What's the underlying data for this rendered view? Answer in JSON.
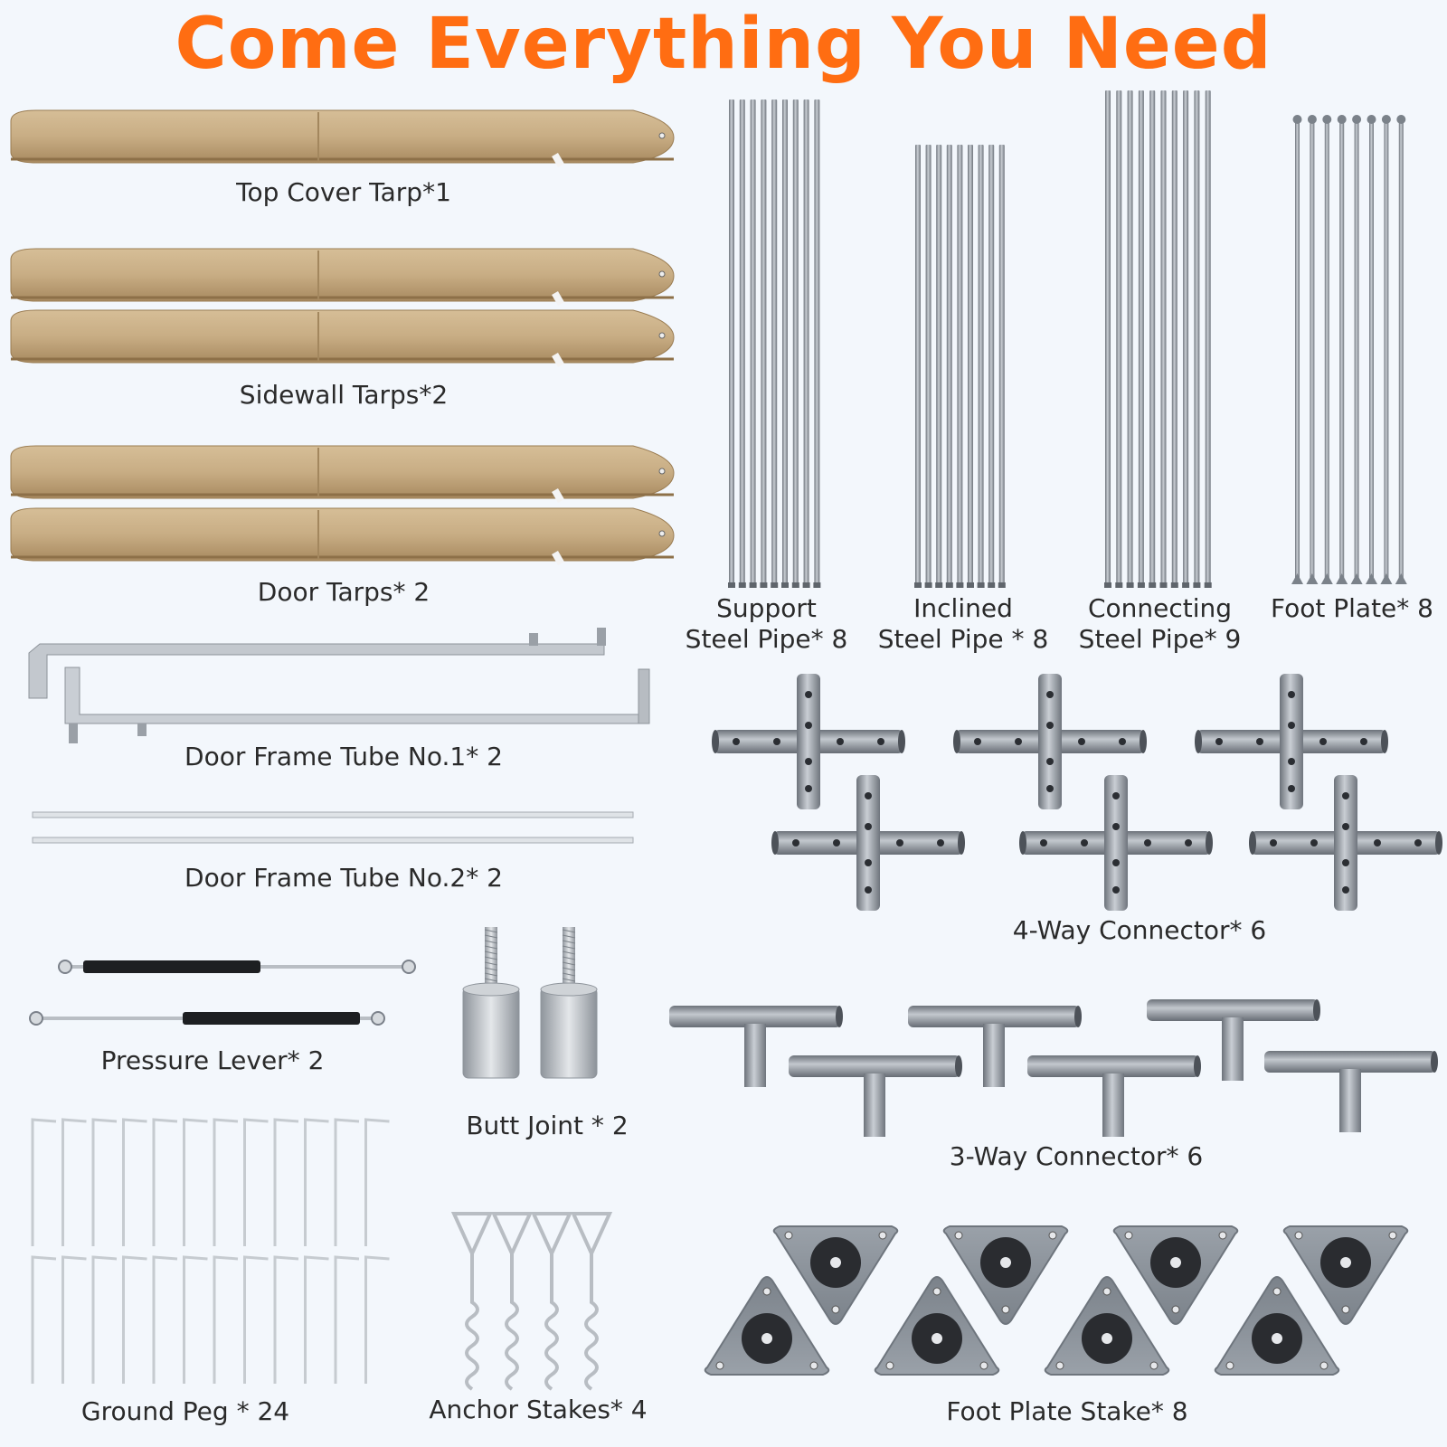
{
  "title": "Come Everything You Need",
  "colors": {
    "title": "#ff6d12",
    "background": "#f3f7fc",
    "tarp": "#c8ad84",
    "steel": "#8a9099"
  },
  "items": {
    "top_cover_tarp": "Top Cover Tarp*1",
    "sidewall_tarps": "Sidewall Tarps*2",
    "door_tarps": "Door Tarps* 2",
    "support_steel_pipe": "Support\nSteel Pipe* 8",
    "inclined_steel_pipe": "Inclined\nSteel Pipe * 8",
    "connecting_steel_pipe": "Connecting\nSteel Pipe* 9",
    "foot_plate": "Foot Plate* 8",
    "door_frame_tube_1": "Door Frame Tube No.1* 2",
    "door_frame_tube_2": "Door Frame Tube No.2* 2",
    "four_way_connector": "4-Way Connector* 6",
    "pressure_lever": "Pressure Lever* 2",
    "butt_joint": "Butt Joint * 2",
    "three_way_connector": "3-Way Connector* 6",
    "ground_peg": "Ground Peg * 24",
    "anchor_stakes": "Anchor Stakes* 4",
    "foot_plate_stake": "Foot Plate Stake* 8"
  }
}
